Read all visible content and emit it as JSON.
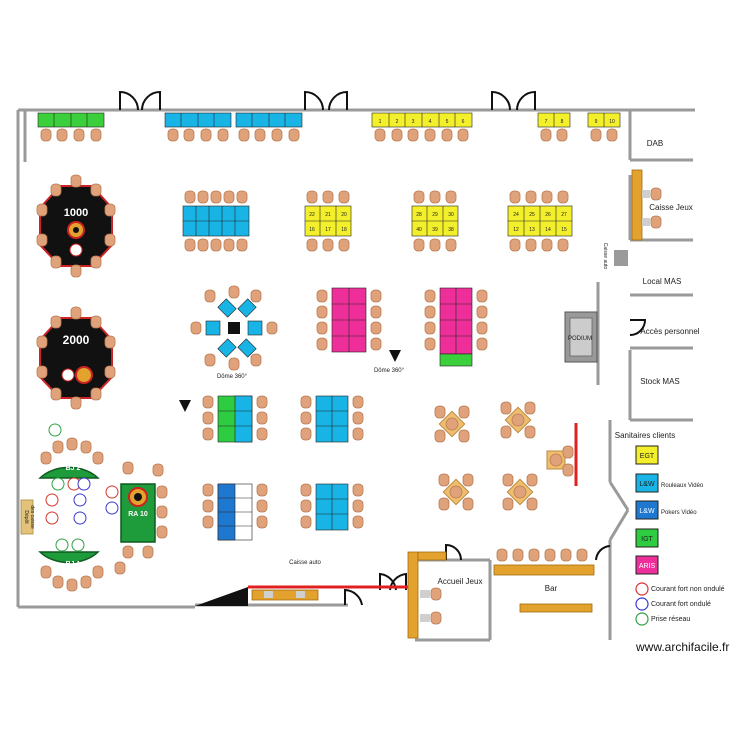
{
  "labels": {
    "table_1000": "1000",
    "table_2000": "2000",
    "dab": "DAB",
    "caisse_jeux": "Caisse Jeux",
    "caisse_auto_vertical": "Caisse auto",
    "local_mas": "Local MAS",
    "acces_personnel": "Accès personnel",
    "podium": "PODIUM",
    "stock_mas": "Stock MAS",
    "dome_360_left": "Dôme 360°",
    "dome_360_right": "Dôme 360°",
    "bj2": "BJ 2",
    "bj1": "BJ 1",
    "ra10": "RA 10",
    "depot_caisse_line1": "Dépôt",
    "depot_caisse_line2": "des caisse",
    "caisse_auto_bottom": "Caisse auto",
    "accueil_jeux": "Accueil Jeux",
    "bar": "Bar",
    "sanitaires": "Sanitaires clients"
  },
  "legend": {
    "items": [
      {
        "badge": "EGT",
        "label": "",
        "color": "#f3ef2a"
      },
      {
        "badge": "L&W",
        "label": "Rouleaux Vidéo",
        "color": "#19b4e6"
      },
      {
        "badge": "L&W",
        "label": "Pokers Vidéo",
        "color": "#1f78d0"
      },
      {
        "badge": "IGT",
        "label": "",
        "color": "#2ecc40"
      },
      {
        "badge": "ARIS",
        "label": "",
        "color": "#ee2f9a"
      }
    ],
    "sockets": [
      {
        "label": "Courant fort non ondulé",
        "color": "#d9342b"
      },
      {
        "label": "Courant fort ondulé",
        "color": "#3a3ad0"
      },
      {
        "label": "Prise réseau",
        "color": "#2ea043"
      }
    ]
  },
  "slot_numbers": {
    "bank_top_right_a": [
      "1",
      "2",
      "3",
      "4",
      "5",
      "6"
    ],
    "bank_top_right_b": [
      "7",
      "8"
    ],
    "bank_top_right_c": [
      "9",
      "10"
    ],
    "bank_yellow_1": [
      "22",
      "21",
      "20",
      "16",
      "17",
      "18"
    ],
    "bank_yellow_2": [
      "28",
      "29",
      "30",
      "40",
      "39",
      "38"
    ],
    "bank_yellow_3": [
      "24",
      "25",
      "26",
      "27",
      "12",
      "13",
      "14",
      "15"
    ]
  },
  "colors": {
    "egt": "#f3ef2a",
    "lw_video": "#19b4e6",
    "lw_poker": "#1f78d0",
    "igt": "#2ecc40",
    "aris": "#ee2f9a",
    "green_bank": "#3ccf3c",
    "chair": "#e0a27a",
    "table_dark": "#1a1a1a",
    "wall": "#9a9a9a",
    "counter": "#e3a22d",
    "red_line": "#e02020"
  },
  "watermark": "www.archifacile.fr"
}
